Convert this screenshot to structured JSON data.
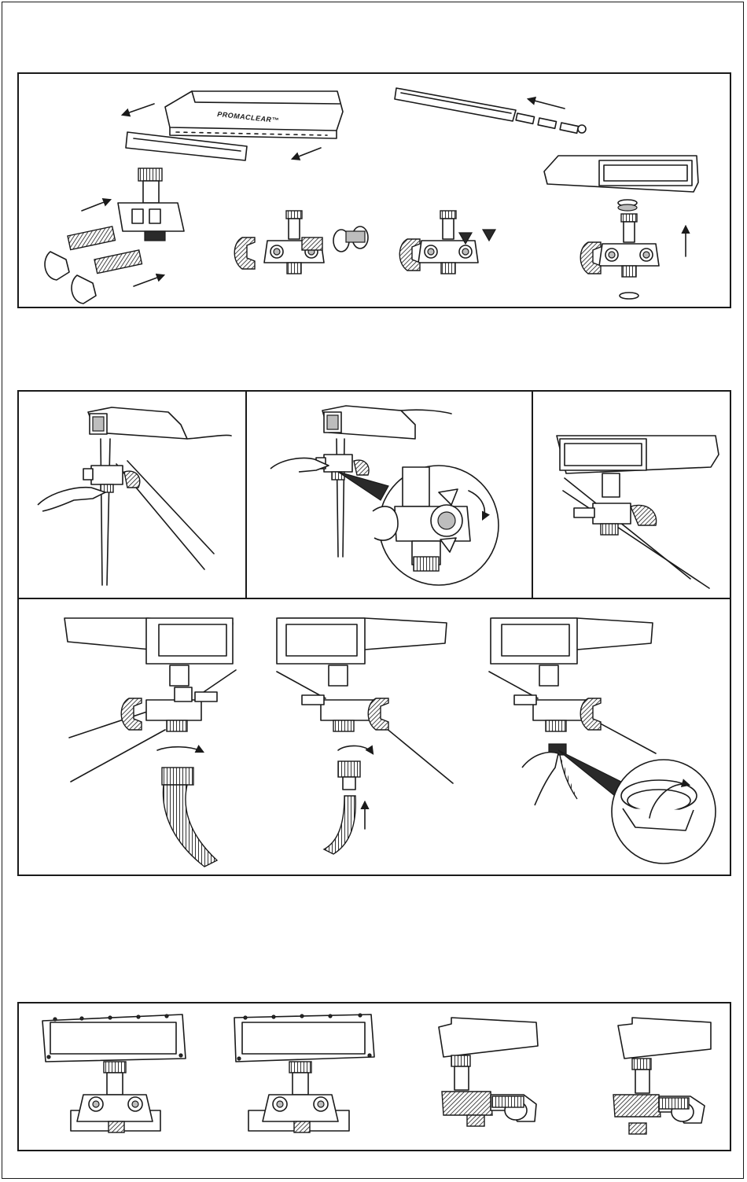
{
  "document": {
    "type": "assembly-instructions-illustrations",
    "panels": 3
  },
  "assembly_panel": {
    "skimmer_logo_text": "PROMACLEAR™"
  },
  "icons": {
    "arrow": "arrow-icon",
    "rotate": "rotate-arrow-icon",
    "magnifier": "detail-callout-icon"
  },
  "colors": {
    "line": "#1a1a1a",
    "background": "#ffffff",
    "shade": "#bdbdbd"
  }
}
